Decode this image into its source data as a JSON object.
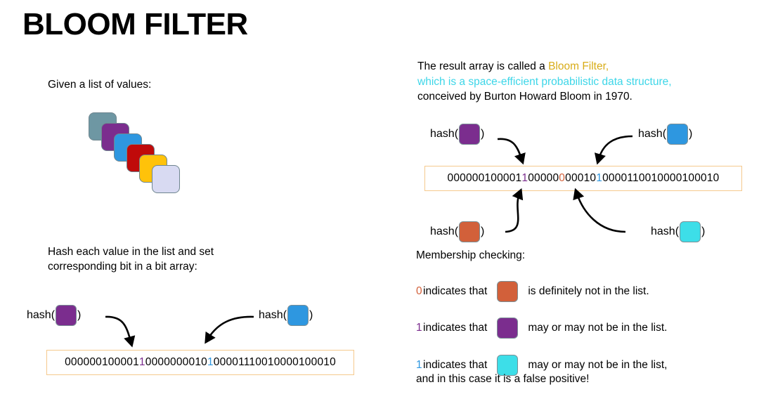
{
  "title": "BLOOM FILTER",
  "colors": {
    "purple": "#7B2D8E",
    "blue": "#2E97E0",
    "orange": "#D2603A",
    "cyan": "#3DDEE8",
    "gold": "#D8AC18",
    "teal_gray": "#6E97A3",
    "dark_red": "#C00A0A",
    "yellow": "#FFC20A",
    "lavender": "#D8DAF2",
    "array_border": "#F5C98D",
    "text": "#000000",
    "card_stroke": "#7B8F96"
  },
  "left": {
    "given_caption": "Given a list of values:",
    "stack_cards": [
      {
        "name": "card-teal-gray",
        "color": "#6E97A3"
      },
      {
        "name": "card-purple",
        "color": "#7B2D8E"
      },
      {
        "name": "card-blue",
        "color": "#2E97E0"
      },
      {
        "name": "card-dark-red",
        "color": "#C00A0A"
      },
      {
        "name": "card-yellow",
        "color": "#FFC20A"
      },
      {
        "name": "card-lavender",
        "color": "#D8DAF2"
      }
    ],
    "hash_caption": "Hash each value in the list and set\ncorresponding bit in a bit array:",
    "hash_left": {
      "prefix": "hash(",
      "suffix": ")",
      "chip_color": "#7B2D8E"
    },
    "hash_right": {
      "prefix": "hash(",
      "suffix": ")",
      "chip_color": "#2E97E0"
    },
    "bit_array": {
      "full_string": "0000001000011000000001010000111001 0000100010",
      "segments": [
        {
          "text": "0000001000011",
          "color": "#000000",
          "highlight_last": true,
          "highlight_color": "#7B2D8E"
        },
        {
          "text": "000000001",
          "color": "#000000"
        },
        {
          "text": "0",
          "color": "#000000"
        },
        {
          "text": "1",
          "color": "#2E97E0"
        },
        {
          "text": "0000111001",
          "color": "#000000"
        },
        {
          "text": "0000100010",
          "color": "#000000"
        }
      ],
      "parts": [
        {
          "text": "000000100001",
          "color": "#000000"
        },
        {
          "text": "1",
          "color": "#7B2D8E"
        },
        {
          "text": "000000001",
          "color": "#000000"
        },
        {
          "text": "0",
          "color": "#000000"
        },
        {
          "text": "1",
          "color": "#2E97E0"
        },
        {
          "text": "0000111001",
          "color": "#000000"
        },
        {
          "text": "0000100010",
          "color": "#000000"
        }
      ]
    }
  },
  "right": {
    "description": {
      "line1_black": "The result array is called a ",
      "line1_gold": "Bloom Filter,",
      "line2_cyan": "which is a space-efficient probabilistic data structure,",
      "line3_black": "conceived by Burton Howard Bloom in 1970."
    },
    "hash_top_left": {
      "prefix": "hash(",
      "suffix": ")",
      "chip_color": "#7B2D8E"
    },
    "hash_top_right": {
      "prefix": "hash(",
      "suffix": ")",
      "chip_color": "#2E97E0"
    },
    "hash_bottom_left": {
      "prefix": "hash(",
      "suffix": ")",
      "chip_color": "#D2603A"
    },
    "hash_bottom_right": {
      "prefix": "hash(",
      "suffix": ")",
      "chip_color": "#3DDEE8"
    },
    "bit_array": {
      "full_string": "00000010000110000000010100001100100 00100010",
      "parts": [
        {
          "text": "000000100001",
          "color": "#000000"
        },
        {
          "text": "1",
          "color": "#7B2D8E"
        },
        {
          "text": "00000",
          "color": "#000000"
        },
        {
          "text": "0",
          "color": "#D2603A"
        },
        {
          "text": "00010",
          "color": "#000000"
        },
        {
          "text": "1",
          "color": "#2E97E0"
        },
        {
          "text": "0000110010000100010",
          "color": "#000000"
        }
      ]
    },
    "membership_caption": "Membership checking:",
    "legend": [
      {
        "digit": "0",
        "digit_color": "#D2603A",
        "mid": "indicates that",
        "chip_color": "#D2603A",
        "tail": "is definitely not in the list.",
        "tail2": ""
      },
      {
        "digit": "1",
        "digit_color": "#7B2D8E",
        "mid": "indicates that",
        "chip_color": "#7B2D8E",
        "tail": "may or may not be in the list.",
        "tail2": ""
      },
      {
        "digit": "1",
        "digit_color": "#2E97E0",
        "mid": "indicates that",
        "chip_color": "#3DDEE8",
        "tail": "may or may not be in the list,",
        "tail2": "and in this case it is a false positive!"
      }
    ]
  }
}
